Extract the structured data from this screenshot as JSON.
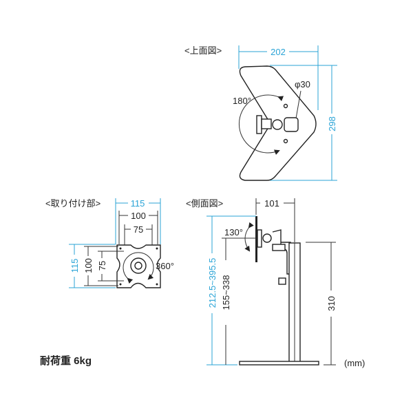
{
  "colors": {
    "dimension_blue": "#29a3d6",
    "line": "#222222"
  },
  "top_view": {
    "label": "<上面図>",
    "width": "202",
    "depth": "298",
    "rotation": "180°",
    "pole_diameter": "φ30"
  },
  "mount_view": {
    "label": "<取り付け部>",
    "outer": "115",
    "vesa100": "100",
    "vesa75": "75",
    "outer_v": "115",
    "vesa100_v": "100",
    "vesa75_v": "75",
    "rotation": "360°"
  },
  "side_view": {
    "label": "<側面図>",
    "depth": "101",
    "tilt": "130°",
    "height_total": "212.5~395.5",
    "height_center": "155~338",
    "pole_height": "310"
  },
  "load": "耐荷重 6kg",
  "unit": "(mm)"
}
